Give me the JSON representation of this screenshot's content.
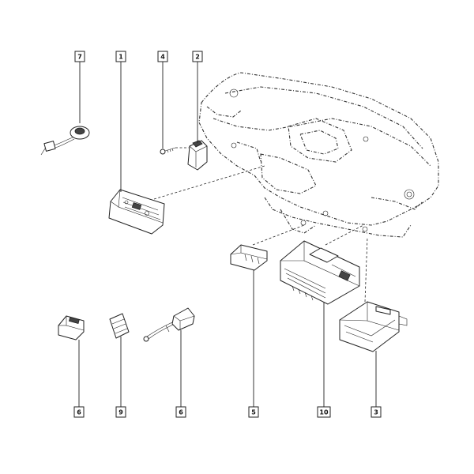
{
  "callouts": {
    "c7": "7",
    "c1": "1",
    "c4": "4",
    "c2": "2",
    "c6a": "6",
    "c9": "9",
    "c6b": "6",
    "c5": "5",
    "c10": "10",
    "c3": "3"
  }
}
